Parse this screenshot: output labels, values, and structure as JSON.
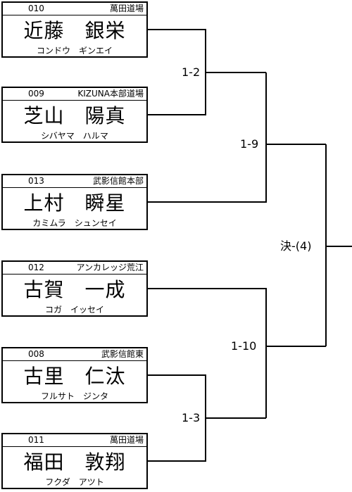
{
  "players": [
    {
      "number": "010",
      "club": "萬田道場",
      "name": "近藤　銀栄",
      "kana": "コンドウ　ギンエイ"
    },
    {
      "number": "009",
      "club": "KIZUNA本部道場",
      "name": "芝山　陽真",
      "kana": "シバヤマ　ハルマ"
    },
    {
      "number": "013",
      "club": "武影信館本部",
      "name": "上村　瞬星",
      "kana": "カミムラ　シュンセイ"
    },
    {
      "number": "012",
      "club": "アンカレッジ荒江",
      "name": "古賀　一成",
      "kana": "コガ　イッセイ"
    },
    {
      "number": "008",
      "club": "武影信館東",
      "name": "古里　仁汰",
      "kana": "フルサト　ジンタ"
    },
    {
      "number": "011",
      "club": "萬田道場",
      "name": "福田　敦翔",
      "kana": "フクダ　アツト"
    }
  ],
  "matches": {
    "m1": "1-2",
    "m2": "1-9",
    "m3": "1-3",
    "m4": "1-10",
    "final": "決-(4)"
  }
}
